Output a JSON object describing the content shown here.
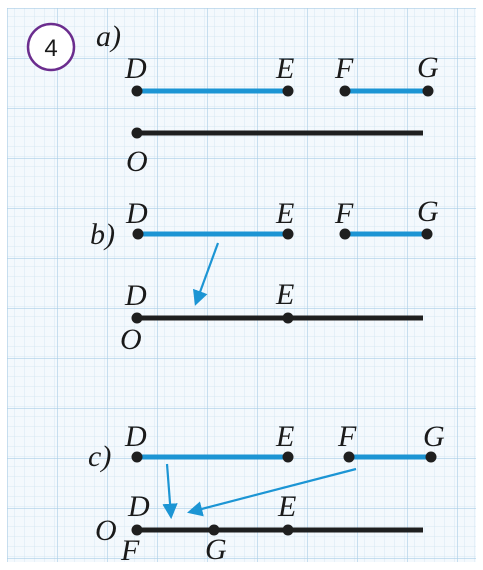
{
  "badge": {
    "number": "4"
  },
  "parts": {
    "a": {
      "label": "a)",
      "points": {
        "D": "D",
        "E": "E",
        "F": "F",
        "G": "G",
        "O": "O"
      }
    },
    "b": {
      "label": "b)",
      "points_top": {
        "D": "D",
        "E": "E",
        "F": "F",
        "G": "G"
      },
      "points_bottom": {
        "D": "D",
        "E": "E",
        "O": "O"
      }
    },
    "c": {
      "label": "c)",
      "points_top": {
        "D": "D",
        "E": "E",
        "F": "F",
        "G": "G"
      },
      "points_bottom": {
        "D": "D",
        "E": "E",
        "O": "O",
        "F": "F",
        "G": "G"
      }
    }
  },
  "colors": {
    "background": "#f4f9fd",
    "grid_minor": "#cfe3f1",
    "grid_major": "#a9cde6",
    "blue_segment": "#1c95d4",
    "black_ray": "#1f1f1f",
    "badge_border": "#6b2d8e"
  }
}
